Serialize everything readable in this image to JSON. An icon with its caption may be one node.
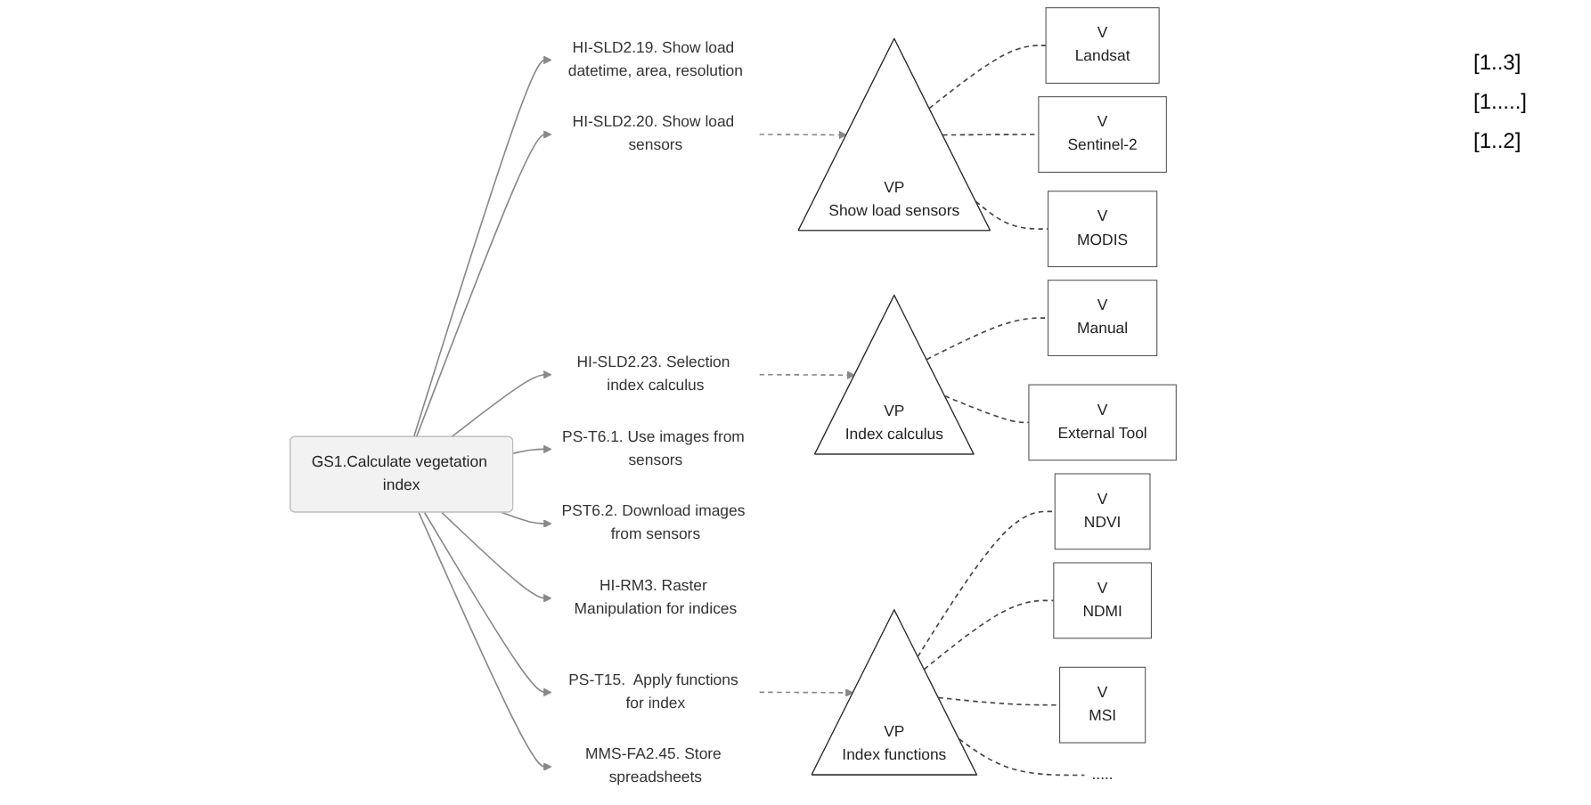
{
  "diagram": {
    "nodes": [
      {
        "text": [
          "GS1.Calculate vegetation index"
        ]
      },
      {
        "text": [
          "HI-SLD2.19. Show load datetime, area, resolution"
        ]
      },
      {
        "text": [
          "HI-SLD2.20. Show load sensors"
        ]
      },
      {
        "text": [
          "HI-SLD2.23. Selection index calculus"
        ]
      },
      {
        "text": [
          "PS-T6.1. Use images from sensors"
        ]
      },
      {
        "text": [
          "PST6.2. Download images from sensors"
        ]
      },
      {
        "text": [
          "HI-RM3. Raster Manipulation for indices"
        ]
      },
      {
        "text": [
          "PS-T15.  Apply functions for index"
        ]
      },
      {
        "text": [
          "MMS-FA2.45. Store spreadsheets"
        ]
      },
      {
        "text": [
          "VP",
          "Show load sensors"
        ]
      },
      {
        "text": [
          "V",
          "Landsat"
        ]
      },
      {
        "text": [
          "V",
          "Sentinel-2"
        ]
      },
      {
        "text": [
          "V",
          "MODIS"
        ]
      },
      {
        "text": [
          "VP",
          "Index functions"
        ]
      },
      {
        "text": [
          "V",
          "NDVI"
        ]
      },
      {
        "text": [
          "V",
          "NDMI"
        ]
      },
      {
        "text": [
          "V",
          "MSI"
        ]
      },
      {
        "text": [
          "....."
        ]
      },
      {
        "text": [
          "VP",
          "Index calculus"
        ]
      },
      {
        "text": [
          "V",
          "Manual"
        ]
      },
      {
        "text": [
          "V",
          "External Tool"
        ]
      }
    ],
    "edges": [
      {
        "from": 0,
        "to": 1,
        "arrow": "to"
      },
      {
        "from": 0,
        "to": 2,
        "arrow": "to"
      },
      {
        "from": 0,
        "to": 3,
        "arrow": "to"
      },
      {
        "from": 0,
        "to": 4,
        "arrow": "to"
      },
      {
        "from": 0,
        "to": 5,
        "arrow": "to"
      },
      {
        "from": 0,
        "to": 6,
        "arrow": "to"
      },
      {
        "from": 0,
        "to": 7,
        "arrow": "to"
      },
      {
        "from": 0,
        "to": 8,
        "arrow": "to"
      },
      {
        "from": 2,
        "to": 9,
        "arrow": "to",
        "style": "dashed"
      },
      {
        "from": 3,
        "to": 18,
        "arrow": "to",
        "style": "dashed"
      },
      {
        "from": 7,
        "to": 13,
        "arrow": "to",
        "style": "dashed"
      },
      {
        "from": 9,
        "to": 10,
        "arrow": "none",
        "style": "dashed",
        "color": "#444444"
      },
      {
        "from": 9,
        "to": 11,
        "arrow": "none",
        "style": "dashed",
        "color": "#444444"
      },
      {
        "from": 9,
        "to": 12,
        "arrow": "none",
        "style": "dashed",
        "color": "#444444"
      },
      {
        "from": 13,
        "to": 14,
        "arrow": "none",
        "style": "dashed",
        "color": "#444444"
      },
      {
        "from": 13,
        "to": 15,
        "arrow": "none",
        "style": "dashed",
        "color": "#444444"
      },
      {
        "from": 13,
        "to": 16,
        "arrow": "none",
        "style": "dashed",
        "color": "#444444"
      },
      {
        "from": 13,
        "to": 17,
        "arrow": "none",
        "style": "dashed",
        "color": "#444444"
      },
      {
        "from": 18,
        "to": 19,
        "arrow": "none",
        "style": "dashed",
        "color": "#444444"
      },
      {
        "from": 18,
        "to": 20,
        "arrow": "none",
        "style": "dashed",
        "color": "#444444"
      }
    ],
    "labels": [
      "[1..3]",
      "[1.....]",
      "[1..2]"
    ]
  }
}
